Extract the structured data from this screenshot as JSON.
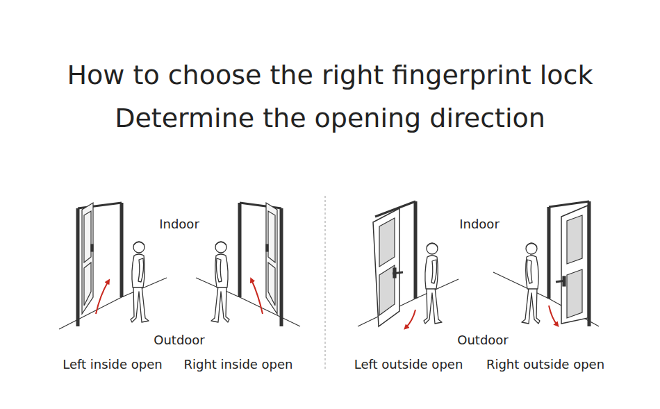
{
  "diagram": {
    "title": "How to choose the right fingerprint lock",
    "labels": [
      "Determine the opening direction",
      "Indoor",
      "Outdoor",
      "Left inside open",
      "Right inside open",
      "Indoor",
      "Outdoor",
      "Left outside open",
      "Right outside open"
    ]
  }
}
